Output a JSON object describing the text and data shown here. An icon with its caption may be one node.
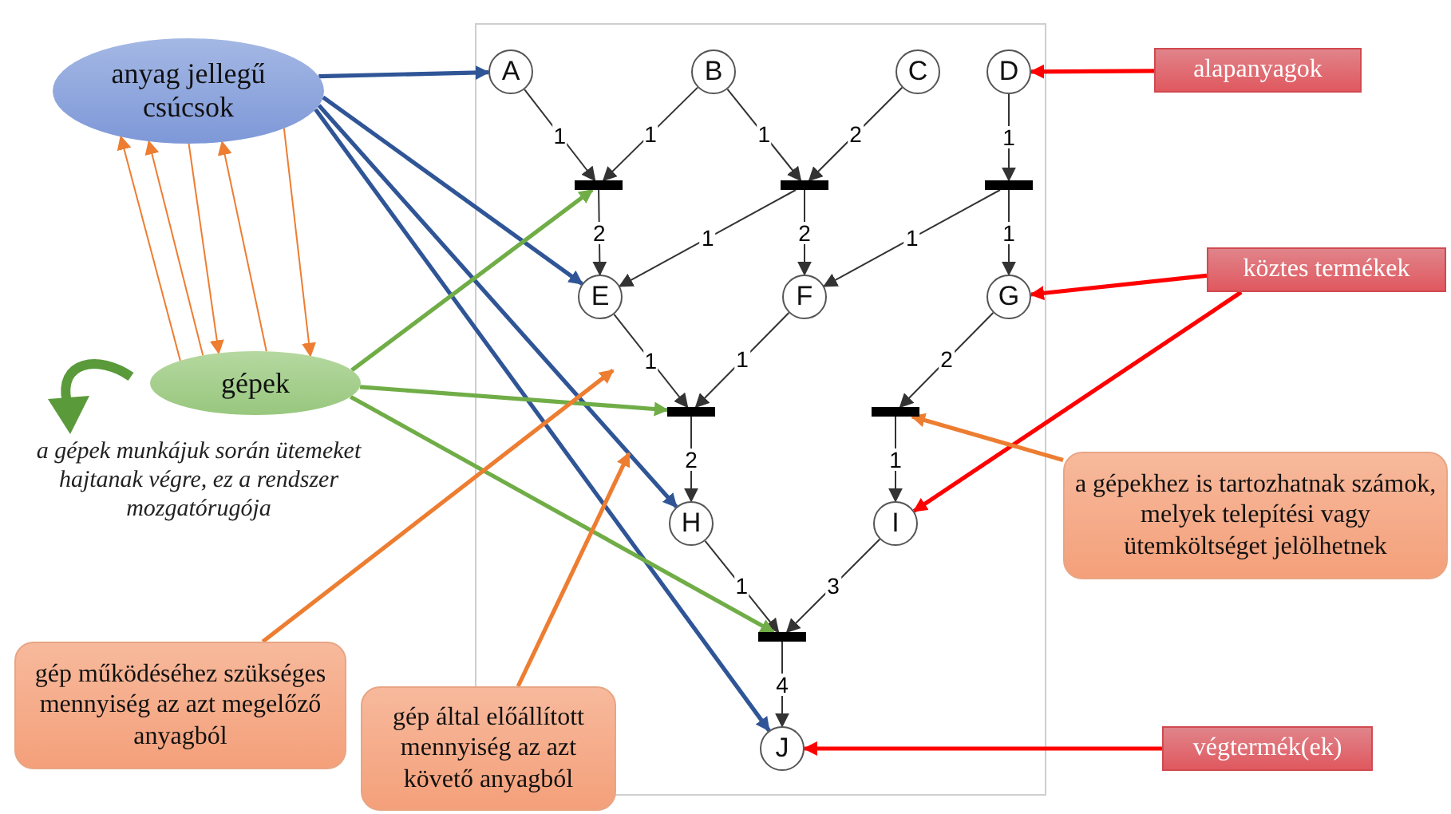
{
  "diagram": {
    "nodes": [
      {
        "text": [
          "anyag jellegű csúcsok"
        ]
      },
      {
        "text": [
          "A"
        ]
      },
      {
        "text": [
          "B"
        ]
      },
      {
        "text": [
          "C"
        ]
      },
      {
        "text": [
          "D"
        ]
      },
      {
        "text": [
          "alapanyagok"
        ]
      },
      {
        "text": [],
        "shape": "bar"
      },
      {
        "text": [],
        "shape": "bar"
      },
      {
        "text": [],
        "shape": "bar"
      },
      {
        "text": [
          "E"
        ]
      },
      {
        "text": [
          "F"
        ]
      },
      {
        "text": [
          "G"
        ]
      },
      {
        "text": [
          "köztes termékek"
        ]
      },
      {
        "text": [
          "gépek"
        ]
      },
      {
        "text": [],
        "shape": "bar"
      },
      {
        "text": [],
        "shape": "bar"
      },
      {
        "text": [
          "H"
        ]
      },
      {
        "text": [
          "I"
        ]
      },
      {
        "text": [
          "a gépekhez is tartozhatnak számok, melyek telepítési vagy ütemköltséget jelölhetnek"
        ]
      },
      {
        "text": [],
        "shape": "bar"
      },
      {
        "text": [
          "gép működéséhez szükséges mennyiség az azt megelőző anyagból"
        ]
      },
      {
        "text": [
          "gép által előállított mennyiség az azt követő anyagból"
        ]
      },
      {
        "text": [
          "J"
        ]
      },
      {
        "text": [
          "végtermék(ek)"
        ]
      }
    ],
    "edges": [
      {
        "from": 1,
        "to": 6,
        "arrow": "to",
        "label": "1"
      },
      {
        "from": 2,
        "to": 6,
        "arrow": "to",
        "label": "1"
      },
      {
        "from": 2,
        "to": 7,
        "arrow": "to",
        "label": "1"
      },
      {
        "from": 3,
        "to": 7,
        "arrow": "to",
        "label": "2"
      },
      {
        "from": 4,
        "to": 8,
        "arrow": "to",
        "label": "1"
      },
      {
        "from": 6,
        "to": 9,
        "arrow": "to",
        "label": "2"
      },
      {
        "from": 7,
        "to": 9,
        "arrow": "to",
        "label": "1"
      },
      {
        "from": 7,
        "to": 10,
        "arrow": "to",
        "label": "2"
      },
      {
        "from": 8,
        "to": 10,
        "arrow": "to",
        "label": "1"
      },
      {
        "from": 8,
        "to": 11,
        "arrow": "to",
        "label": "1"
      },
      {
        "from": 9,
        "to": 14,
        "arrow": "to",
        "label": "1"
      },
      {
        "from": 10,
        "to": 14,
        "arrow": "to",
        "label": "1"
      },
      {
        "from": 11,
        "to": 15,
        "arrow": "to",
        "label": "2"
      },
      {
        "from": 14,
        "to": 16,
        "arrow": "to",
        "label": "2"
      },
      {
        "from": 15,
        "to": 17,
        "arrow": "to",
        "label": "1"
      },
      {
        "from": 16,
        "to": 19,
        "arrow": "to",
        "label": "1"
      },
      {
        "from": 17,
        "to": 19,
        "arrow": "to",
        "label": "3"
      },
      {
        "from": 19,
        "to": 22,
        "arrow": "to",
        "label": "4"
      },
      {
        "from": 0,
        "to": 1,
        "arrow": "to",
        "style": "thick",
        "color": "#2f5597"
      },
      {
        "from": 0,
        "to": 9,
        "arrow": "to",
        "style": "thick",
        "color": "#2f5597"
      },
      {
        "from": 0,
        "to": 16,
        "arrow": "to",
        "style": "thick",
        "color": "#2f5597"
      },
      {
        "from": 0,
        "to": 22,
        "arrow": "to",
        "style": "thick",
        "color": "#2f5597"
      },
      {
        "from": 13,
        "to": 6,
        "arrow": "to",
        "style": "thick",
        "color": "#70ad47"
      },
      {
        "from": 13,
        "to": 14,
        "arrow": "to",
        "style": "thick",
        "color": "#70ad47"
      },
      {
        "from": 13,
        "to": 19,
        "arrow": "to",
        "style": "thick",
        "color": "#70ad47"
      },
      {
        "from": 13,
        "to": 0,
        "arrow": "to",
        "color": "#ed7d31"
      },
      {
        "from": 13,
        "to": 0,
        "arrow": "to",
        "color": "#ed7d31"
      },
      {
        "from": 0,
        "to": 13,
        "arrow": "to",
        "color": "#ed7d31"
      },
      {
        "from": 13,
        "to": 0,
        "arrow": "to",
        "color": "#ed7d31"
      },
      {
        "from": 0,
        "to": 13,
        "arrow": "to",
        "color": "#ed7d31"
      },
      {
        "from": 5,
        "to": 4,
        "arrow": "to",
        "style": "thick",
        "color": "#ff0000"
      },
      {
        "from": 12,
        "to": 11,
        "arrow": "to",
        "style": "thick",
        "color": "#ff0000"
      },
      {
        "from": 12,
        "to": 17,
        "arrow": "to",
        "style": "thick",
        "color": "#ff0000"
      },
      {
        "from": 23,
        "to": 22,
        "arrow": "to",
        "style": "thick",
        "color": "#ff0000"
      },
      {
        "from": 18,
        "to": 15,
        "arrow": "to",
        "style": "thick",
        "color": "#ed7d31"
      },
      {
        "from": 20,
        "to": null,
        "arrow": "to",
        "style": "thick",
        "color": "#ed7d31"
      },
      {
        "from": 21,
        "to": null,
        "arrow": "to",
        "style": "thick",
        "color": "#ed7d31"
      }
    ],
    "labels": [
      "a gépek munkájuk során ütemeket hajtanak végre, ez a rendszer mozgatórugója"
    ]
  }
}
